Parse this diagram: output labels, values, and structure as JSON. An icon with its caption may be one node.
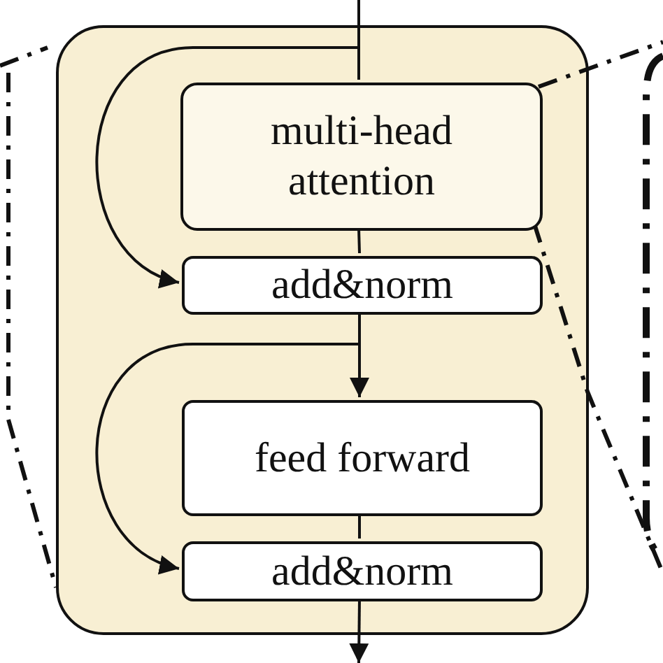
{
  "diagram": {
    "nodes": [
      {
        "text": [],
        "shape": "box"
      },
      {
        "text": [
          "multi-head attention"
        ],
        "in": 0
      },
      {
        "text": [
          "add&norm"
        ],
        "in": 0
      },
      {
        "text": [
          "feed forward"
        ],
        "in": 0
      },
      {
        "text": [
          "add&norm"
        ],
        "in": 0
      }
    ],
    "edges": [
      {
        "from": null,
        "to": 1,
        "arrow": "none"
      },
      {
        "from": 1,
        "to": 2,
        "arrow": "none"
      },
      {
        "from": null,
        "to": 2,
        "arrow": "to"
      },
      {
        "from": 2,
        "to": 3,
        "arrow": "to"
      },
      {
        "from": 2,
        "to": 4,
        "arrow": "to"
      },
      {
        "from": 3,
        "to": 4,
        "arrow": "none"
      },
      {
        "from": 4,
        "to": null,
        "arrow": "to"
      }
    ]
  }
}
